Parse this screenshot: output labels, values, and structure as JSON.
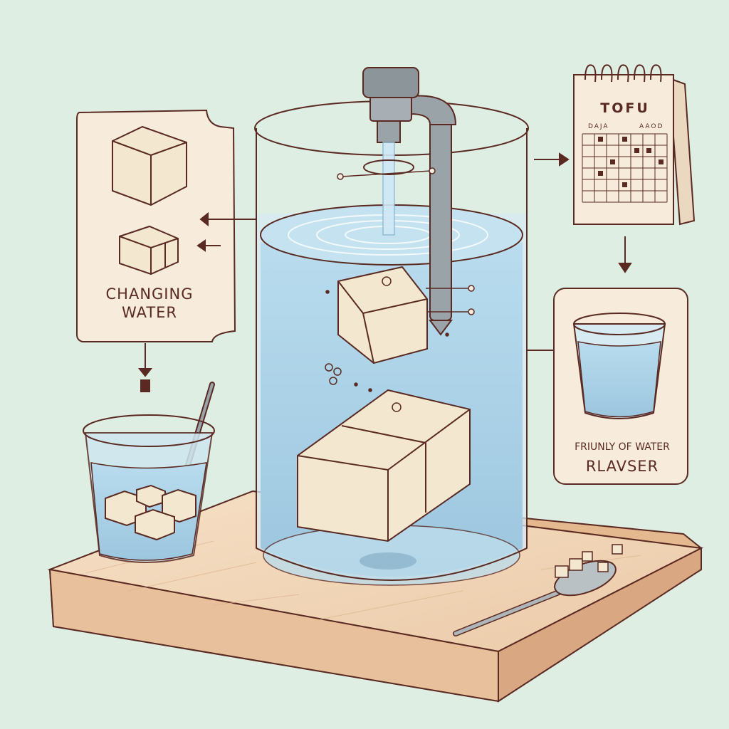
{
  "labels": {
    "left_card_line1": "CHANGING",
    "left_card_line2": "WATER",
    "calendar_title": "TOFU",
    "calendar_sub_left": "DAJA",
    "calendar_sub_right": "AAOD",
    "right_card_line1": "FRIUNLY OF WATER",
    "right_card_line2": "RLAVSER"
  },
  "colors": {
    "background": "#dfeee3",
    "outline": "#5a2a22",
    "water": "#a9cfe4",
    "tofu": "#f3e8cf",
    "wood": "#efd2b3",
    "card": "#f7ecdb"
  }
}
